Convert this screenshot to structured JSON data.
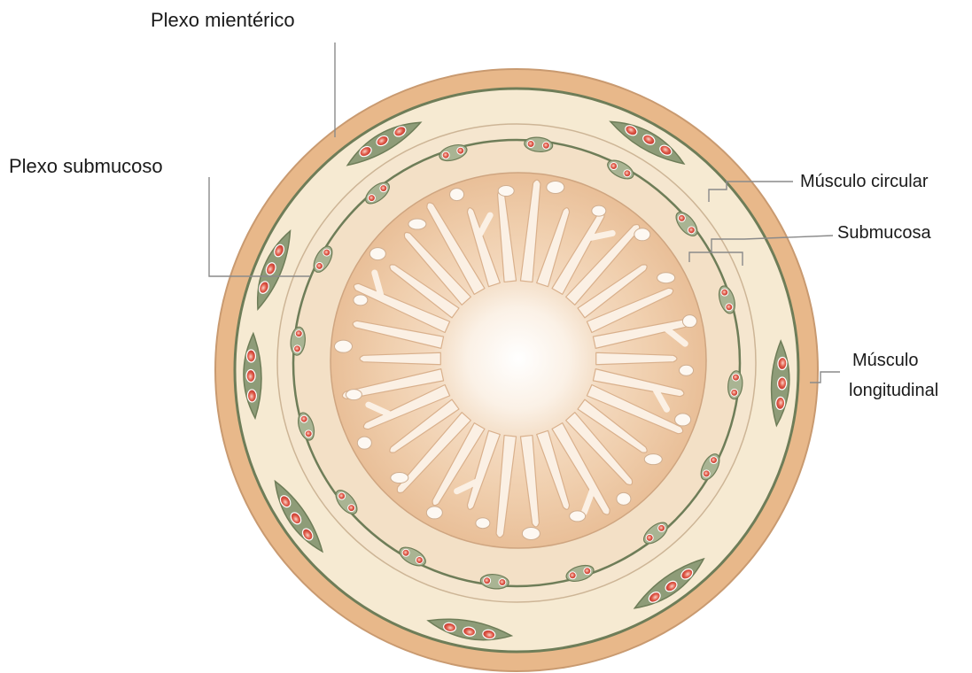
{
  "labels": {
    "myenteric_plexus": "Plexo mientérico",
    "submucosal_plexus": "Plexo submucoso",
    "circular_muscle": "Músculo circular",
    "submucosa": "Submucosa",
    "longitudinal_muscle_line1": "Músculo",
    "longitudinal_muscle_line2": "longitudinal"
  },
  "colors": {
    "serosa": "#e8b88a",
    "outer_muscle": "#f6ead2",
    "inner_muscle": "#f4e4cc",
    "submucosa": "#f2dcc2",
    "mucosa": "#eecaa2",
    "lumen": "#fdf6ee",
    "plexus": "#8e9c78",
    "plexus_dark": "#6e7d58",
    "ganglion": "#d94b3c"
  }
}
